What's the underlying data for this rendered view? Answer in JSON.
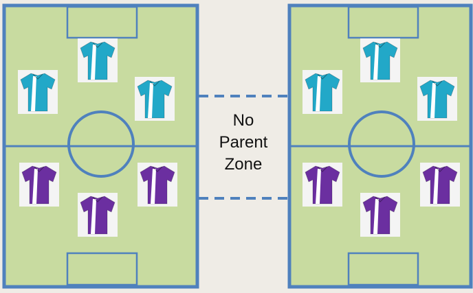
{
  "colors": {
    "background": "#efece6",
    "field_grass": "#c8dba0",
    "field_lines": "#4f81bd",
    "team_a_shirt": "#22a8c8",
    "team_b_shirt": "#6b2fa0",
    "shirt_stripe": "#ffffff"
  },
  "zone": {
    "lines": [
      "No",
      "Parent",
      "Zone"
    ]
  },
  "fields": [
    {
      "name": "left-field",
      "teams": [
        {
          "name": "team-a",
          "shirts": 3,
          "shirt_icon": "jersey-icon"
        },
        {
          "name": "team-b",
          "shirts": 3,
          "shirt_icon": "jersey-icon"
        }
      ]
    },
    {
      "name": "right-field",
      "teams": [
        {
          "name": "team-a",
          "shirts": 3,
          "shirt_icon": "jersey-icon"
        },
        {
          "name": "team-b",
          "shirts": 3,
          "shirt_icon": "jersey-icon"
        }
      ]
    }
  ]
}
